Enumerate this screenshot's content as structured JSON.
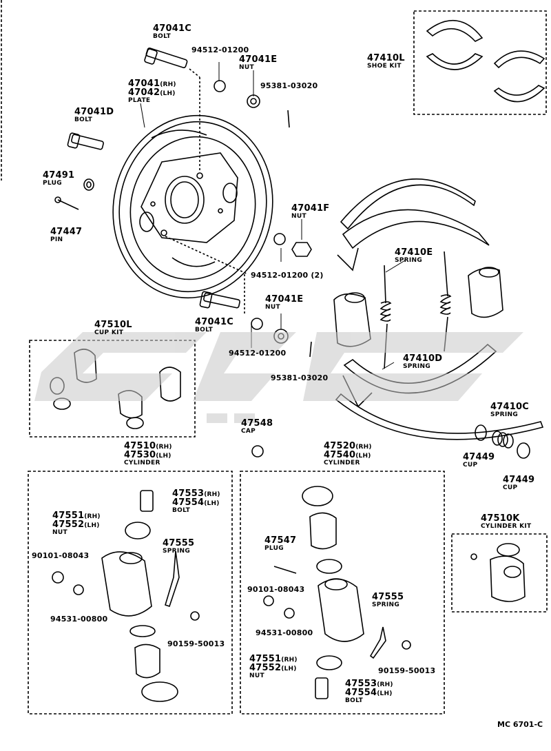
{
  "diagram_id": "MC 6701-C",
  "parts": {
    "bolt_47041c_top": {
      "number": "47041C",
      "desc": "BOLT"
    },
    "washer_94512_top": {
      "number": "94512-01200"
    },
    "nut_47041e_top": {
      "number": "47041E",
      "desc": "NUT"
    },
    "plate": {
      "number_rh": "47041",
      "rh": "(RH)",
      "number_lh": "47042",
      "lh": "(LH)",
      "desc": "PLATE"
    },
    "bleeder_95381_top": {
      "number": "95381-03020"
    },
    "shoe_kit": {
      "number": "47410L",
      "desc": "SHOE KIT"
    },
    "bolt_47041d": {
      "number": "47041D",
      "desc": "BOLT"
    },
    "plug_47491": {
      "number": "47491",
      "desc": "PLUG"
    },
    "pin_47447": {
      "number": "47447",
      "desc": "PIN"
    },
    "nut_47041f": {
      "number": "47041F",
      "desc": "NUT"
    },
    "spring_47410e": {
      "number": "47410E",
      "desc": "SPRING"
    },
    "washer_94512_two": {
      "number": "94512-01200 (2)"
    },
    "nut_47041e_mid": {
      "number": "47041E",
      "desc": "NUT"
    },
    "bolt_47041c_mid": {
      "number": "47041C",
      "desc": "BOLT"
    },
    "washer_94512_mid": {
      "number": "94512-01200"
    },
    "cup_kit": {
      "number": "47510L",
      "desc": "CUP KIT"
    },
    "spring_47410d": {
      "number": "47410D",
      "desc": "SPRING"
    },
    "bleeder_95381_mid": {
      "number": "95381-03020"
    },
    "spring_47410c": {
      "number": "47410C",
      "desc": "SPRING"
    },
    "cap_47548": {
      "number": "47548",
      "desc": "CAP"
    },
    "cup_47449_a": {
      "number": "47449",
      "desc": "CUP"
    },
    "cup_47449_b": {
      "number": "47449",
      "desc": "CUP"
    },
    "cyl_left": {
      "number_rh": "47510",
      "rh": "(RH)",
      "number_lh": "47530",
      "lh": "(LH)",
      "desc": "CYLINDER"
    },
    "cyl_right": {
      "number_rh": "47520",
      "rh": "(RH)",
      "number_lh": "47540",
      "lh": "(LH)",
      "desc": "CYLINDER"
    },
    "bolt_left": {
      "number_rh": "47553",
      "rh": "(RH)",
      "number_lh": "47554",
      "lh": "(LH)",
      "desc": "BOLT"
    },
    "nut_left": {
      "number_rh": "47551",
      "rh": "(RH)",
      "number_lh": "47552",
      "lh": "(LH)",
      "desc": "NUT"
    },
    "bolt_90101_left": {
      "number": "90101-08043"
    },
    "spring_47555_left": {
      "number": "47555",
      "desc": "SPRING"
    },
    "washer_94531_left": {
      "number": "94531-00800"
    },
    "screw_90159_left": {
      "number": "90159-50013"
    },
    "plug_47547": {
      "number": "47547",
      "desc": "PLUG"
    },
    "bolt_90101_right": {
      "number": "90101-08043"
    },
    "spring_47555_right": {
      "number": "47555",
      "desc": "SPRING"
    },
    "washer_94531_right": {
      "number": "94531-00800"
    },
    "screw_90159_right": {
      "number": "90159-50013"
    },
    "nut_right": {
      "number_rh": "47551",
      "rh": "(RH)",
      "number_lh": "47552",
      "lh": "(LH)",
      "desc": "NUT"
    },
    "bolt_right": {
      "number_rh": "47553",
      "rh": "(RH)",
      "number_lh": "47554",
      "lh": "(LH)",
      "desc": "BOLT"
    },
    "cyl_kit": {
      "number": "47510K",
      "desc": "CYLINDER KIT"
    }
  },
  "colors": {
    "ink": "#000000",
    "watermark": "#c8c8c8"
  }
}
